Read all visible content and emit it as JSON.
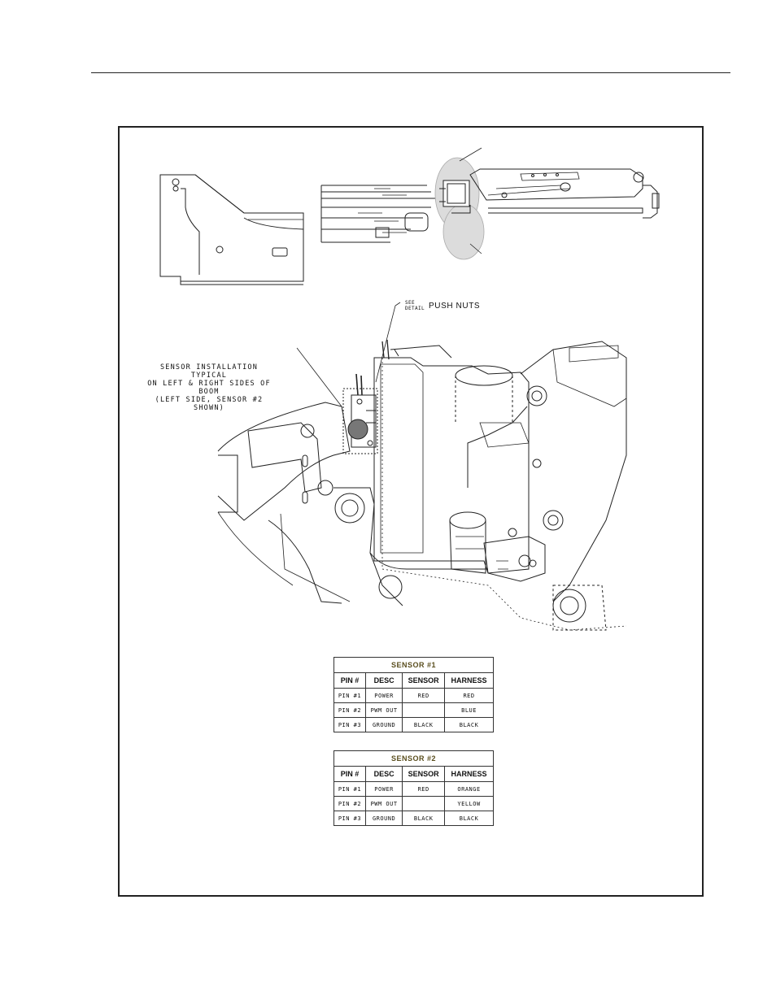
{
  "callouts": {
    "sensor_install": [
      "SENSOR INSTALLATION TYPICAL",
      "ON LEFT & RIGHT SIDES OF BOOM",
      "(LEFT SIDE, SENSOR #2 SHOWN)"
    ],
    "see_detail": [
      "SEE",
      "DETAIL"
    ],
    "push_nuts": "PUSH NUTS"
  },
  "tables": [
    {
      "title": "SENSOR #1",
      "headers": [
        "PIN #",
        "DESC",
        "SENSOR",
        "HARNESS"
      ],
      "rows": [
        [
          "PIN #1",
          "POWER",
          "RED",
          "RED"
        ],
        [
          "PIN #2",
          "PWM OUT",
          "",
          "BLUE"
        ],
        [
          "PIN #3",
          "GROUND",
          "BLACK",
          "BLACK"
        ]
      ]
    },
    {
      "title": "SENSOR #2",
      "headers": [
        "PIN #",
        "DESC",
        "SENSOR",
        "HARNESS"
      ],
      "rows": [
        [
          "PIN #1",
          "POWER",
          "RED",
          "ORANGE"
        ],
        [
          "PIN #2",
          "PWM OUT",
          "",
          "YELLOW"
        ],
        [
          "PIN #3",
          "GROUND",
          "BLACK",
          "BLACK"
        ]
      ]
    }
  ]
}
